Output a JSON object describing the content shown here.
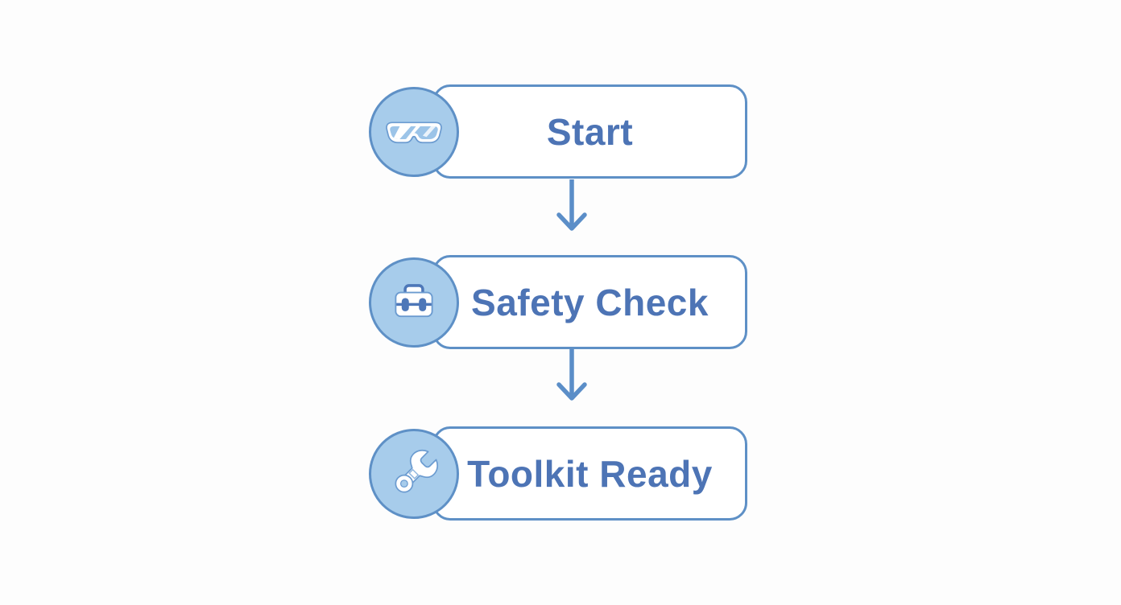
{
  "diagram": {
    "type": "flowchart",
    "direction": "vertical",
    "nodes": [
      {
        "id": "start",
        "label": "Start",
        "icon": "safety-goggles-icon"
      },
      {
        "id": "safety-check",
        "label": "Safety Check",
        "icon": "toolbox-icon"
      },
      {
        "id": "toolkit-ready",
        "label": "Toolkit Ready",
        "icon": "wrench-icon"
      }
    ],
    "connections": [
      {
        "from": "Start",
        "to": "Safety Check",
        "style": "arrow-down"
      },
      {
        "from": "Safety Check",
        "to": "Toolkit Ready",
        "style": "arrow-down"
      }
    ],
    "colors": {
      "background": "#fdfdfd",
      "box_fill": "#ffffff",
      "box_border": "#5e90c6",
      "label_text": "#4d74b5",
      "badge_fill": "#a7cceb",
      "badge_border": "#5e90c6",
      "arrow": "#5b8ec8",
      "icon_fill": "#ffffff",
      "icon_accent": "#4d77b8"
    }
  }
}
